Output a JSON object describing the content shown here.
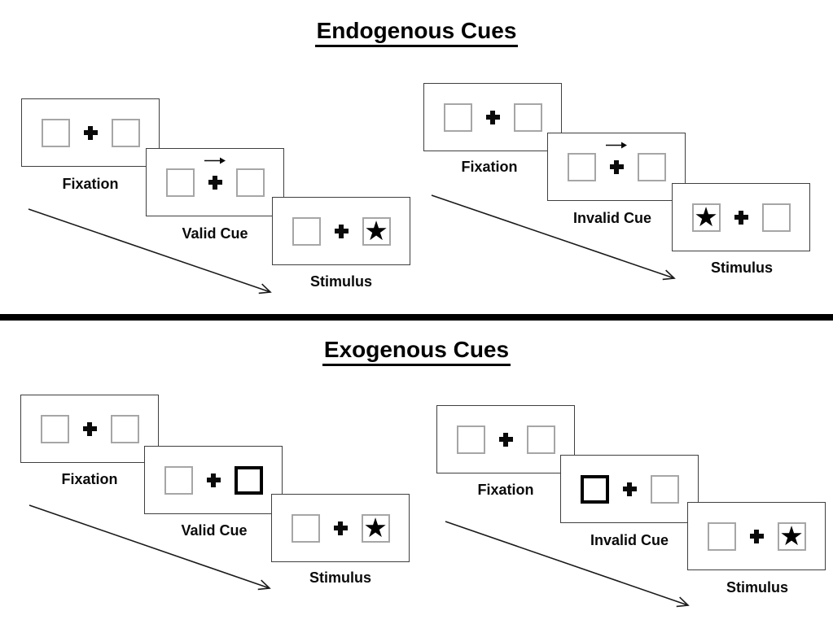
{
  "diagram": {
    "kind": "posner-cueing-task",
    "sections": [
      {
        "id": "endogenous",
        "title": "Endogenous Cues",
        "sequences": [
          {
            "id": "endogenous-valid",
            "cue_validity": "valid",
            "cue_type": "central-arrow",
            "cue_direction": "right",
            "target_side": "right",
            "panels": [
              {
                "type": "fixation",
                "label": "Fixation"
              },
              {
                "type": "cue",
                "label": "Valid Cue"
              },
              {
                "type": "stimulus",
                "label": "Stimulus"
              }
            ]
          },
          {
            "id": "endogenous-invalid",
            "cue_validity": "invalid",
            "cue_type": "central-arrow",
            "cue_direction": "right",
            "target_side": "left",
            "panels": [
              {
                "type": "fixation",
                "label": "Fixation"
              },
              {
                "type": "cue",
                "label": "Invalid Cue"
              },
              {
                "type": "stimulus",
                "label": "Stimulus"
              }
            ]
          }
        ]
      },
      {
        "id": "exogenous",
        "title": "Exogenous Cues",
        "sequences": [
          {
            "id": "exogenous-valid",
            "cue_validity": "valid",
            "cue_type": "peripheral-box-highlight",
            "cue_side": "right",
            "target_side": "right",
            "panels": [
              {
                "type": "fixation",
                "label": "Fixation"
              },
              {
                "type": "cue",
                "label": "Valid Cue"
              },
              {
                "type": "stimulus",
                "label": "Stimulus"
              }
            ]
          },
          {
            "id": "exogenous-invalid",
            "cue_validity": "invalid",
            "cue_type": "peripheral-box-highlight",
            "cue_side": "left",
            "target_side": "right",
            "panels": [
              {
                "type": "fixation",
                "label": "Fixation"
              },
              {
                "type": "cue",
                "label": "Invalid Cue"
              },
              {
                "type": "stimulus",
                "label": "Stimulus"
              }
            ]
          }
        ]
      }
    ],
    "icons": {
      "star": "★",
      "fixation_cross": "✚",
      "cue_arrow": "→"
    },
    "colors": {
      "panel_border": "#3f3f3f",
      "box_border": "#a6a6a6",
      "cue_box_border": "#000000",
      "ink": "#000000",
      "divider": "#000000"
    }
  }
}
